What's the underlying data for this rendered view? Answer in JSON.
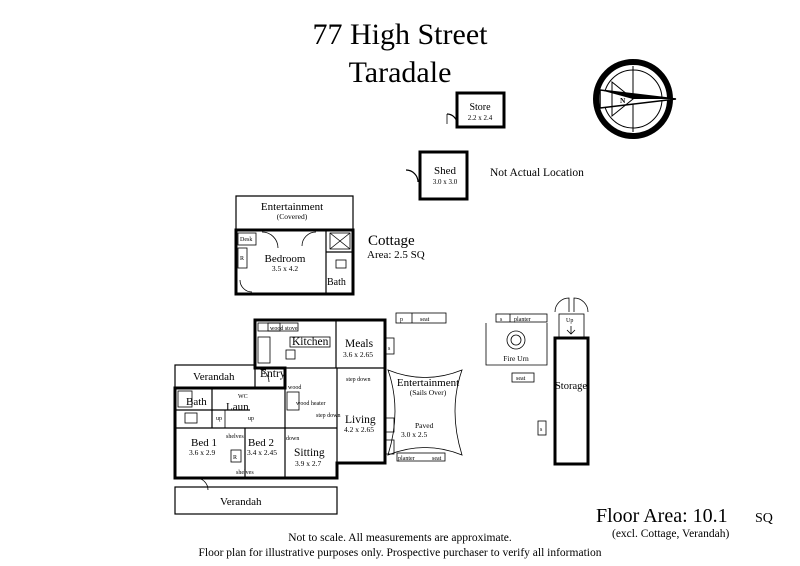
{
  "title": {
    "line1": "77 High Street",
    "line2": "Taradale"
  },
  "floor_area": {
    "label": "Floor Area: 10.1",
    "unit": "SQ",
    "note": "(excl. Cottage, Verandah)"
  },
  "disclaimer": {
    "line1": "Not to scale. All measurements are approximate.",
    "line2": "Floor plan for illustrative purposes only. Prospective purchaser to verify all information"
  },
  "outbuildings": {
    "store": {
      "name": "Store",
      "dims": "2.2 x 2.4"
    },
    "shed": {
      "name": "Shed",
      "dims": "3.0 x 3.0"
    },
    "location_note": "Not Actual Location",
    "storage": "Storage",
    "fire_urn": "Fire Urn",
    "planter": "planter",
    "seat": "seat",
    "s": "s",
    "up": "Up"
  },
  "cottage": {
    "title": "Cottage",
    "area": "Area: 2.5 SQ",
    "entertainment": "Entertainment",
    "entertainment_sub": "(Covered)",
    "desk": "Desk",
    "bedroom": "Bedroom",
    "bedroom_dims": "3.5 x 4.2",
    "bath": "Bath",
    "r": "R"
  },
  "house": {
    "kitchen": "Kitchen",
    "wood_stove": "wood stove",
    "meals": "Meals",
    "meals_dims": "3.6 x 2.65",
    "entry": "Entry",
    "verandah_top": "Verandah",
    "verandah_bottom": "Verandah",
    "bath": "Bath",
    "laun": "Laun",
    "wc": "WC",
    "up": "up",
    "wood": "wood",
    "wood_heater": "wood heater",
    "step_down": "step down",
    "down": "down",
    "shelves": "shelves",
    "living": "Living",
    "living_dims": "4.2 x 2.65",
    "bed1": "Bed 1",
    "bed1_dims": "3.6 x 2.9",
    "bed2": "Bed 2",
    "bed2_dims": "3.4 x 2.45",
    "sitting": "Sitting",
    "sitting_dims": "3.9 x 2.7",
    "r": "R",
    "p": "p",
    "seat": "seat",
    "s": "s"
  },
  "outdoor": {
    "entertainment": "Entertainment",
    "sails": "(Sails Over)",
    "paved": "Paved",
    "paved_dims": "3.0 x 2.5",
    "planter": "planter",
    "seat": "seat",
    "p": "p",
    "seat_top": "seat",
    "s": "s"
  },
  "compass": {
    "label": "N"
  }
}
